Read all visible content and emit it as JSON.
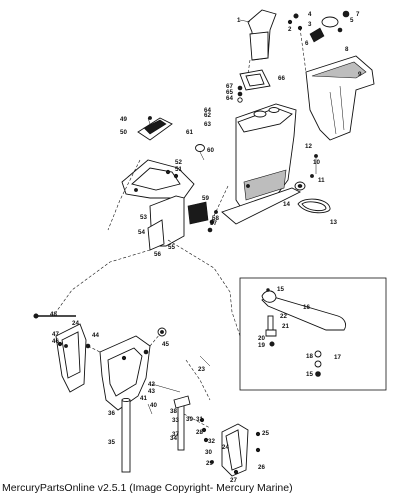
{
  "caption": "MercuryPartsOnline v2.5.1 (Image Copyright- Mercury Marine)",
  "callouts": [
    "1",
    "2",
    "3",
    "4",
    "5",
    "6",
    "7",
    "8",
    "9",
    "10",
    "11",
    "12",
    "13",
    "14",
    "15",
    "15",
    "16",
    "17",
    "18",
    "19",
    "20",
    "21",
    "22",
    "23",
    "24",
    "24",
    "25",
    "26",
    "27",
    "28",
    "29",
    "30",
    "31",
    "32",
    "33",
    "34",
    "35",
    "36",
    "37",
    "38",
    "39",
    "40",
    "41",
    "42",
    "43",
    "44",
    "45",
    "46",
    "47",
    "48",
    "49",
    "50",
    "51",
    "52",
    "53",
    "54",
    "55",
    "56",
    "57",
    "58",
    "59",
    "60",
    "61",
    "62",
    "63",
    "64",
    "64",
    "65",
    "66",
    "67",
    "68",
    "69"
  ]
}
